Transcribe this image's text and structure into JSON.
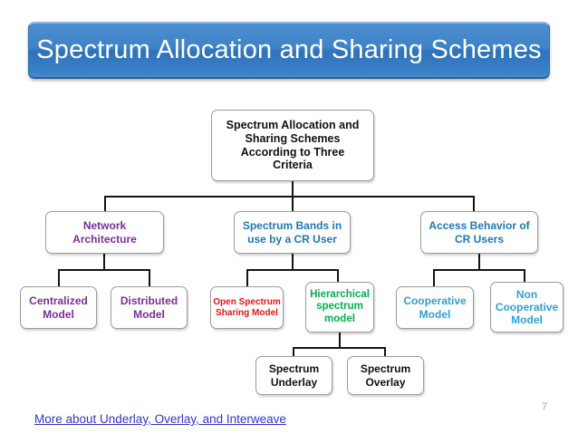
{
  "slide": {
    "title": "Spectrum Allocation and Sharing Schemes",
    "page_number": "7",
    "footer_link": "More about Underlay, Overlay, and Interweave",
    "title_bar_color": "#3f83c8",
    "title_text_color": "#ffffff"
  },
  "diagram": {
    "type": "tree",
    "root": {
      "label": "Spectrum Allocation and Sharing Schemes According to Three Criteria",
      "color": "#111111"
    },
    "branches": [
      {
        "label": "Network Architecture",
        "color": "#7b2e96",
        "children": [
          {
            "label": "Centralized Model",
            "color": "#7b2e96"
          },
          {
            "label": "Distributed Model",
            "color": "#7b2e96"
          }
        ]
      },
      {
        "label": "Spectrum Bands in use by a CR User",
        "color": "#1f78b4",
        "children": [
          {
            "label": "Open Spectrum Sharing Model",
            "color": "#ee1111"
          },
          {
            "label": "Hierarchical spectrum model",
            "color": "#00b050",
            "children": [
              {
                "label": "Spectrum Underlay",
                "color": "#111111"
              },
              {
                "label": "Spectrum Overlay",
                "color": "#111111"
              }
            ]
          }
        ]
      },
      {
        "label": "Access Behavior of CR Users",
        "color": "#1f78b4",
        "children": [
          {
            "label": "Cooperative Model",
            "color": "#2f9fd8"
          },
          {
            "label": "Non Cooperative Model",
            "color": "#2f9fd8"
          }
        ]
      }
    ]
  },
  "nodes": {
    "root": "Spectrum Allocation and\nSharing Schemes\nAccording to Three\nCriteria",
    "network_architecture": "Network\nArchitecture",
    "spectrum_bands": "Spectrum Bands in\nuse by a CR User",
    "access_behavior": "Access Behavior of\nCR Users",
    "centralized": "Centralized\nModel",
    "distributed": "Distributed\nModel",
    "open_spectrum": "Open Spectrum\nSharing Model",
    "hierarchical": "Hierarchical\nspectrum\nmodel",
    "cooperative": "Cooperative\nModel",
    "non_cooperative": "Non\nCooperative\nModel",
    "spectrum_underlay": "Spectrum\nUnderlay",
    "spectrum_overlay": "Spectrum\nOverlay"
  }
}
